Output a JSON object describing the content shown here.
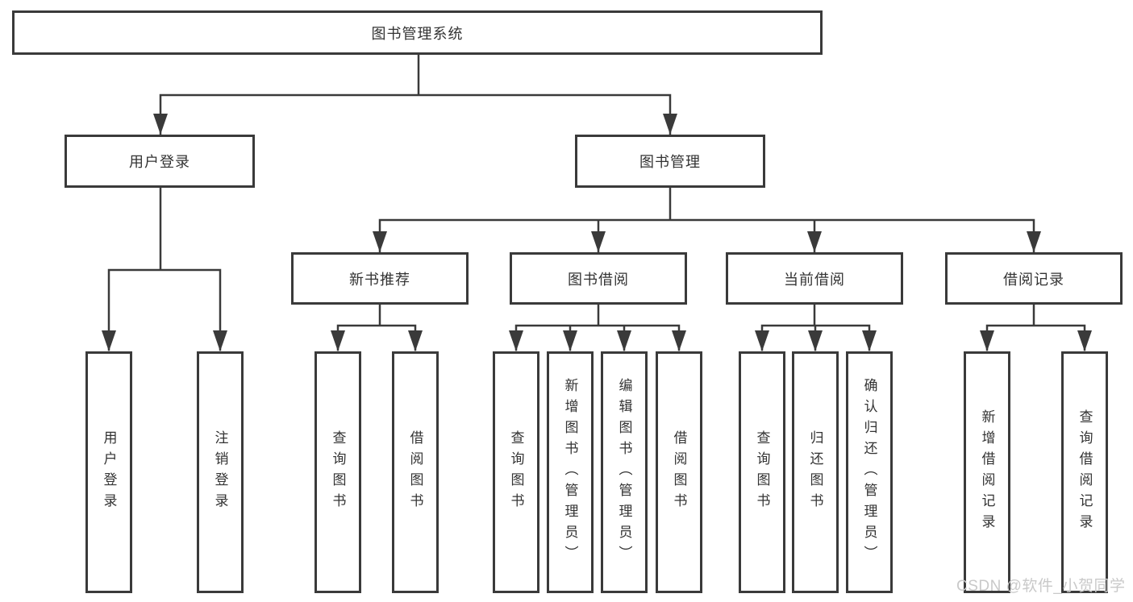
{
  "diagram": {
    "title_node": {
      "label": "图书管理系统"
    },
    "level2": [
      {
        "id": "user-login",
        "label": "用户登录"
      },
      {
        "id": "book-management",
        "label": "图书管理"
      }
    ],
    "level3": [
      {
        "id": "new-book-recommend",
        "label": "新书推荐",
        "parent": "图书管理"
      },
      {
        "id": "book-borrow",
        "label": "图书借阅",
        "parent": "图书管理"
      },
      {
        "id": "current-borrow",
        "label": "当前借阅",
        "parent": "图书管理"
      },
      {
        "id": "borrow-records",
        "label": "借阅记录",
        "parent": "图书管理"
      }
    ],
    "leaves": [
      {
        "id": "leaf-user-login",
        "label": "用户登录",
        "parent": "用户登录"
      },
      {
        "id": "leaf-logout",
        "label": "注销登录",
        "parent": "用户登录"
      },
      {
        "id": "leaf-query-book-1",
        "label": "查询图书",
        "parent": "新书推荐"
      },
      {
        "id": "leaf-borrow-book-1",
        "label": "借阅图书",
        "parent": "新书推荐"
      },
      {
        "id": "leaf-query-book-2",
        "label": "查询图书",
        "parent": "图书借阅"
      },
      {
        "id": "leaf-add-book-admin",
        "label": "新增图书（管理员）",
        "parent": "图书借阅"
      },
      {
        "id": "leaf-edit-book-admin",
        "label": "编辑图书（管理员）",
        "parent": "图书借阅"
      },
      {
        "id": "leaf-borrow-book-2",
        "label": "借阅图书",
        "parent": "图书借阅"
      },
      {
        "id": "leaf-query-book-3",
        "label": "查询图书",
        "parent": "当前借阅"
      },
      {
        "id": "leaf-return-book",
        "label": "归还图书",
        "parent": "当前借阅"
      },
      {
        "id": "leaf-confirm-return-admin",
        "label": "确认归还（管理员）",
        "parent": "当前借阅"
      },
      {
        "id": "leaf-add-borrow-record",
        "label": "新增借阅记录",
        "parent": "借阅记录"
      },
      {
        "id": "leaf-query-borrow-record",
        "label": "查询借阅记录",
        "parent": "借阅记录"
      }
    ],
    "colors": {
      "line": "#3a3a3a",
      "box_border": "#3a3a3a",
      "text": "#333333",
      "background": "#ffffff",
      "watermark": "#c9c9c9"
    }
  },
  "watermark": {
    "text": "CSDN @软件_小贺同学"
  }
}
